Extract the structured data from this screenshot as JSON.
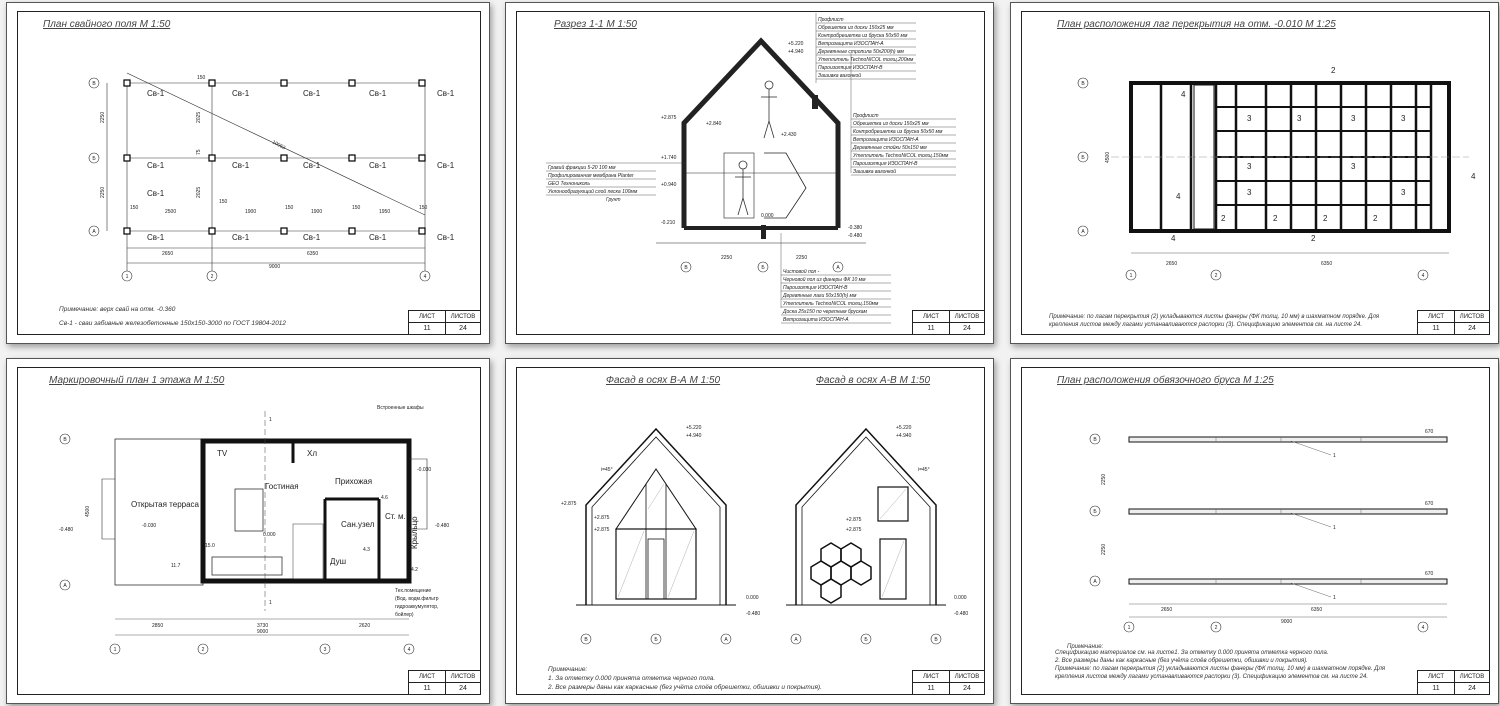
{
  "sheets": [
    {
      "title": "План свайного поля  М 1:50",
      "note1": "Примечание: верх свай на отм. -0.360",
      "note2": "Св-1 - сваи забивные железобетонные 150х150-3000 по ГОСТ 19804-2012",
      "pile": "Св-1",
      "axes_rows": [
        "В",
        "Б",
        "А"
      ],
      "axes_cols": [
        "1",
        "2",
        "4"
      ],
      "dims_v": [
        "150",
        "2250",
        "2250",
        "150"
      ],
      "dims_v2": [
        "2025",
        "75",
        "2025",
        "75",
        "150"
      ],
      "dims_h": [
        "150",
        "2500",
        "150",
        "1900",
        "150",
        "1900",
        "150",
        "1950",
        "150"
      ],
      "dims_total": [
        "2650",
        "6350",
        "9000"
      ],
      "diag": "10063"
    },
    {
      "title": "Разрез 1-1   М 1:50",
      "levels": [
        "+5.220",
        "+4.940",
        "+2.875",
        "+2.840",
        "+2.430",
        "+1.740",
        "+0.940",
        "-0.210",
        "0.000",
        "-0.380",
        "-0.480"
      ],
      "roof_layers": [
        "Профлист",
        "Обрешетка из доски 150х25 мм",
        "Контробрешетка из бруска 50х50 мм",
        "Ветрозащита ИЗОСПАН-А",
        "Деревянные стропила 50х200(h) мм",
        "Утеплитель TechnoNICOL толщ.200мм",
        "Пароизоляция ИЗОСПАН-В",
        "Зашивка вагонкой"
      ],
      "wall_layers": [
        "Профлист",
        "Обрешетка из доски 150х25 мм",
        "Контробрешетка из бруска 50х50 мм",
        "Ветрозащита ИЗОСПАН-А",
        "Деревянные стойки 50х150 мм",
        "Утеплитель TechnoNICOL толщ.150мм",
        "Пароизоляция ИЗОСПАН-В",
        "Зашивка вагонкой"
      ],
      "ground_layers": [
        "Гравий фракции 5-20  100 мм",
        "Профилированная мембрана Planter",
        "GEO Технониколь",
        "Уклонообразующий слой песка  100мм",
        "Грунт"
      ],
      "floor_layers": [
        "Чистовой пол -",
        "Черновой пол из фанеры ФК 10 мм",
        "Пароизоляция ИЗОСПАН-В",
        "Деревянные лаги 50х150(h) мм",
        "Утеплитель TechnoNICOL толщ.150мм",
        "Доска 25х150 по черепным брускам",
        "Ветрозащита ИЗОСПАН-А"
      ],
      "axes": [
        "В",
        "Б",
        "А"
      ],
      "dims": [
        "2250",
        "2250"
      ]
    },
    {
      "title": "План расположения лаг перекрытия на отм. -0.010   М 1:25",
      "note": "Примечание: по лагам перекрытия (2) укладываются листы фанеры (ФК толщ. 10 мм) в шахматном порядке. Для крепления листов между лагами устанавливаются распорки (3). Спецификацию элементов см. на листе 24.",
      "marks": [
        "2",
        "3",
        "4"
      ],
      "axes_rows": [
        "В",
        "Б",
        "А"
      ],
      "axes_cols": [
        "1",
        "2",
        "4"
      ],
      "dims": [
        "2650",
        "6350",
        "4500"
      ]
    },
    {
      "title": "Маркировочный план 1 этажа  М 1:50",
      "rooms": [
        "Гостиная",
        "Прихожая",
        "Открытая терраса",
        "Сан.узел",
        "Душ",
        "Ст. м.",
        "Крыльцо",
        "TV",
        "Хл"
      ],
      "areas": [
        "15.0",
        "4.6",
        "4.3",
        "11.7",
        "4.2"
      ],
      "levels": [
        "-0.030",
        "0.000",
        "-0.480",
        "-0.480",
        "-0.030"
      ],
      "callouts": [
        "Встроенные шкафы",
        "Тех.помещение",
        "(Вод. водм.фильтр",
        "гидроаккумулятор,",
        "бойлер)"
      ],
      "cut": "1",
      "axes_rows": [
        "В",
        "А"
      ],
      "axes_cols": [
        "1",
        "2",
        "3",
        "4"
      ],
      "dims": [
        "2850",
        "3730",
        "2620",
        "9000",
        "4500"
      ]
    },
    {
      "title1": "Фасад в осях В-А  М 1:50",
      "title2": "Фасад в осях А-В   М 1:50",
      "levels": [
        "+5.220",
        "+4.940",
        "+2.875",
        "+2.875",
        "+2.875",
        "0.000",
        "-0.480",
        "i=45°"
      ],
      "axes1": [
        "В",
        "Б",
        "А"
      ],
      "axes2": [
        "А",
        "Б",
        "В"
      ],
      "note": "Примечание:",
      "note1": "1. За отметку 0.000 принята отметка черного пола.",
      "note2": "2. Все размеры даны как каркасные (без учёта слоёв обрешетки, обшивки и покрытия)."
    },
    {
      "title": "План расположения обвязочного бруса  М 1:25",
      "mark": "1",
      "dims": [
        "670",
        "670",
        "670",
        "2650",
        "6350",
        "9000",
        "2250",
        "2250"
      ],
      "axes_rows": [
        "В",
        "Б",
        "А"
      ],
      "axes_cols": [
        "1",
        "2",
        "4"
      ],
      "note_head": "Примечание:",
      "note1": "Спецификацию материалов см. на листе1. За отметку 0.000 принята отметка черного пола.",
      "note2": "2. Все размеры даны как каркасные (без учёта слоёв обрешетки, обшивки и покрытия).",
      "note3": "Примечание: по лагам перекрытия (2) укладываются листы фанеры (ФК толщ. 10 мм) в шахматном порядке. Для крепления листов между лагами устанавливаются распорки (3). Спецификацию элементов см. на листе 24."
    }
  ],
  "titleblock": {
    "sheet_label": "ЛИСТ",
    "sheets_label": "ЛИСТОВ",
    "sheet": "11",
    "sheets": "24"
  }
}
